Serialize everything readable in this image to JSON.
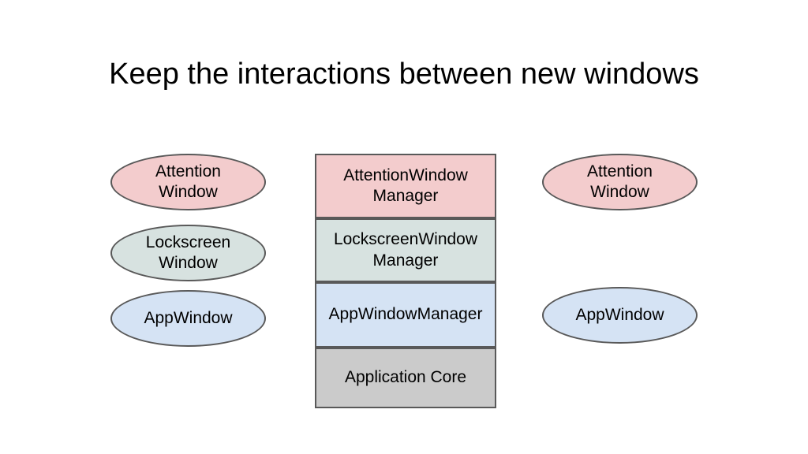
{
  "slide": {
    "title": "Keep the interactions between new windows",
    "palette": {
      "pink": "#f3cccd",
      "green": "#d7e2e0",
      "blue": "#d5e3f4",
      "gray": "#cbcbcb",
      "border": "#595959",
      "background": "#ffffff",
      "title_color": "#000000"
    },
    "left_column": [
      {
        "label": "Attention\nWindow",
        "fill": "pink"
      },
      {
        "label": "Lockscreen\nWindow",
        "fill": "green"
      },
      {
        "label": "AppWindow",
        "fill": "blue"
      }
    ],
    "center_stack": [
      {
        "label": "AttentionWindow\nManager",
        "fill": "pink"
      },
      {
        "label": "LockscreenWindow\nManager",
        "fill": "green"
      },
      {
        "label": "AppWindowManager",
        "fill": "blue"
      },
      {
        "label": "Application Core",
        "fill": "gray"
      }
    ],
    "right_column": [
      {
        "label": "Attention\nWindow",
        "fill": "pink"
      },
      {
        "label": "AppWindow",
        "fill": "blue"
      }
    ]
  }
}
